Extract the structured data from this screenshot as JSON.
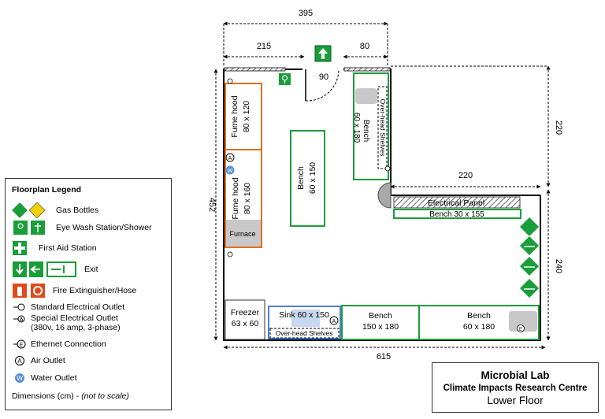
{
  "dimensions": {
    "total_width": "395",
    "top_left": "215",
    "top_right": "80",
    "door": "90",
    "left_height": "452",
    "right_upper": "220",
    "step_width": "220",
    "right_lower": "240",
    "bottom_width": "615"
  },
  "fixtures": {
    "fume_hood_1": {
      "name": "Fume hood",
      "size": "80 x 120"
    },
    "fume_hood_2": {
      "name": "Fume hood",
      "size": "80 x 160"
    },
    "furnace": "Furnace",
    "bench_center": {
      "name": "Bench",
      "size": "60 x 150"
    },
    "bench_top_right": {
      "name": "Bench",
      "size": "60 x 180"
    },
    "overhead_shelves_vertical": "Over-head Shelves",
    "electrical_panel": "Electrical Panel",
    "bench_long": "Bench 30 x 155",
    "freezer": {
      "name": "Freezer",
      "size": "63 x 60"
    },
    "sink": "Sink 60 x 150",
    "overhead_shelves_bottom": "Over-head Shelves",
    "bench_bottom_mid": {
      "name": "Bench",
      "size": "150 x 180"
    },
    "bench_bottom_right": {
      "name": "Bench",
      "size": "60 x 180"
    }
  },
  "symbols": {
    "air": "A",
    "water": "W",
    "ethernet": "E"
  },
  "legend": {
    "title": "Floorplan Legend",
    "gas": "Gas Bottles",
    "eyewash": "Eye Wash Station/Shower",
    "first_aid": "First Aid Station",
    "exit": "Exit",
    "fire": "Fire Extinguisher/Hose",
    "std_outlet": "Standard Electrical Outlet",
    "special_outlet_1": "Special Electrical Outlet",
    "special_outlet_2": "(380v, 16 amp, 3-phase)",
    "ethernet": "Ethernet Connection",
    "air": "Air Outlet",
    "water": "Water Outlet",
    "dims_label": "Dimensions (cm) -",
    "dims_note": "(not to scale)"
  },
  "title": {
    "line1": "Microbial Lab",
    "line2": "Climate Impacts Research Centre",
    "line3": "Lower Floor"
  },
  "colors": {
    "wall": "#000000",
    "fume_hood": "#e07020",
    "bench": "#1a9e3a",
    "sink": "#4a7fd0",
    "grey_fill": "#c8c8c8",
    "safety_green": "#1a9e3a",
    "fire_red": "#e04a1a"
  }
}
